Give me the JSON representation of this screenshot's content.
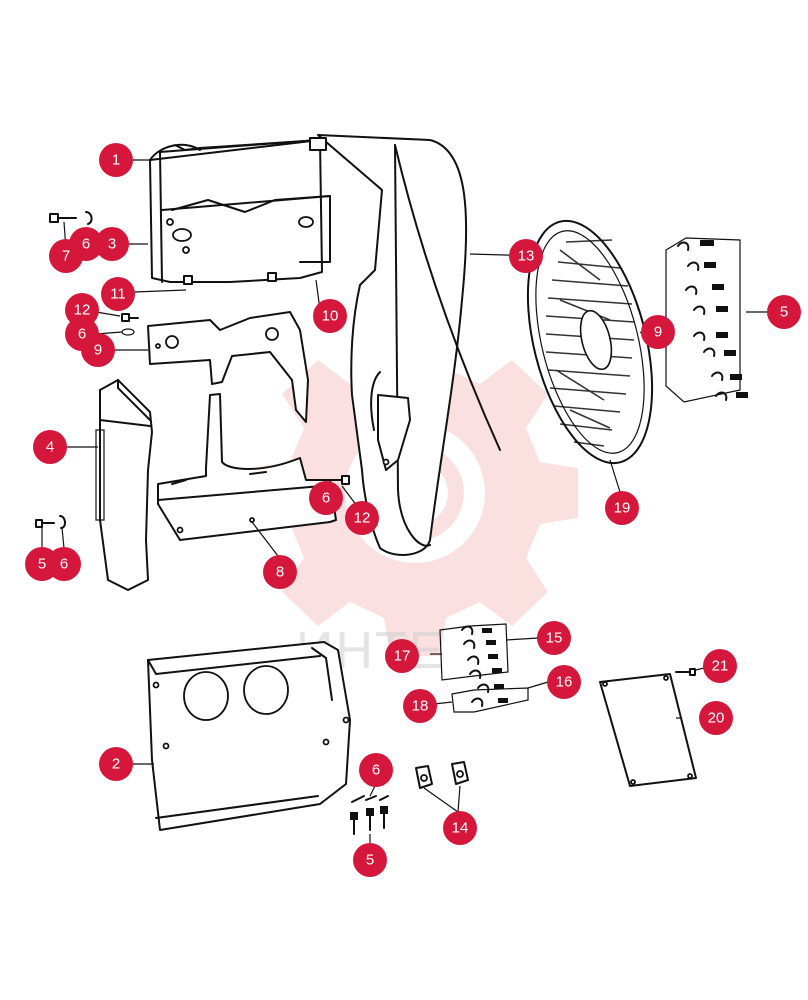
{
  "watermark": {
    "text": "ИНТЕ",
    "gear_color": "#f2a0a0"
  },
  "colors": {
    "callout": "#d5173b",
    "line": "#111111"
  },
  "callouts": [
    {
      "id": "c1",
      "label": "1"
    },
    {
      "id": "c2",
      "label": "2"
    },
    {
      "id": "c3",
      "label": "3"
    },
    {
      "id": "c4",
      "label": "4"
    },
    {
      "id": "c5a",
      "label": "5"
    },
    {
      "id": "c5b",
      "label": "5"
    },
    {
      "id": "c5c",
      "label": "5"
    },
    {
      "id": "c6a",
      "label": "6"
    },
    {
      "id": "c6b",
      "label": "6"
    },
    {
      "id": "c6c",
      "label": "6"
    },
    {
      "id": "c6d",
      "label": "6"
    },
    {
      "id": "c6e",
      "label": "6"
    },
    {
      "id": "c7",
      "label": "7"
    },
    {
      "id": "c8",
      "label": "8"
    },
    {
      "id": "c9a",
      "label": "9"
    },
    {
      "id": "c9b",
      "label": "9"
    },
    {
      "id": "c10",
      "label": "10"
    },
    {
      "id": "c11",
      "label": "11"
    },
    {
      "id": "c12a",
      "label": "12"
    },
    {
      "id": "c12b",
      "label": "12"
    },
    {
      "id": "c13",
      "label": "13"
    },
    {
      "id": "c14",
      "label": "14"
    },
    {
      "id": "c15",
      "label": "15"
    },
    {
      "id": "c16",
      "label": "16"
    },
    {
      "id": "c17",
      "label": "17"
    },
    {
      "id": "c18",
      "label": "18"
    },
    {
      "id": "c19",
      "label": "19"
    },
    {
      "id": "c20",
      "label": "20"
    },
    {
      "id": "c21",
      "label": "21"
    }
  ]
}
